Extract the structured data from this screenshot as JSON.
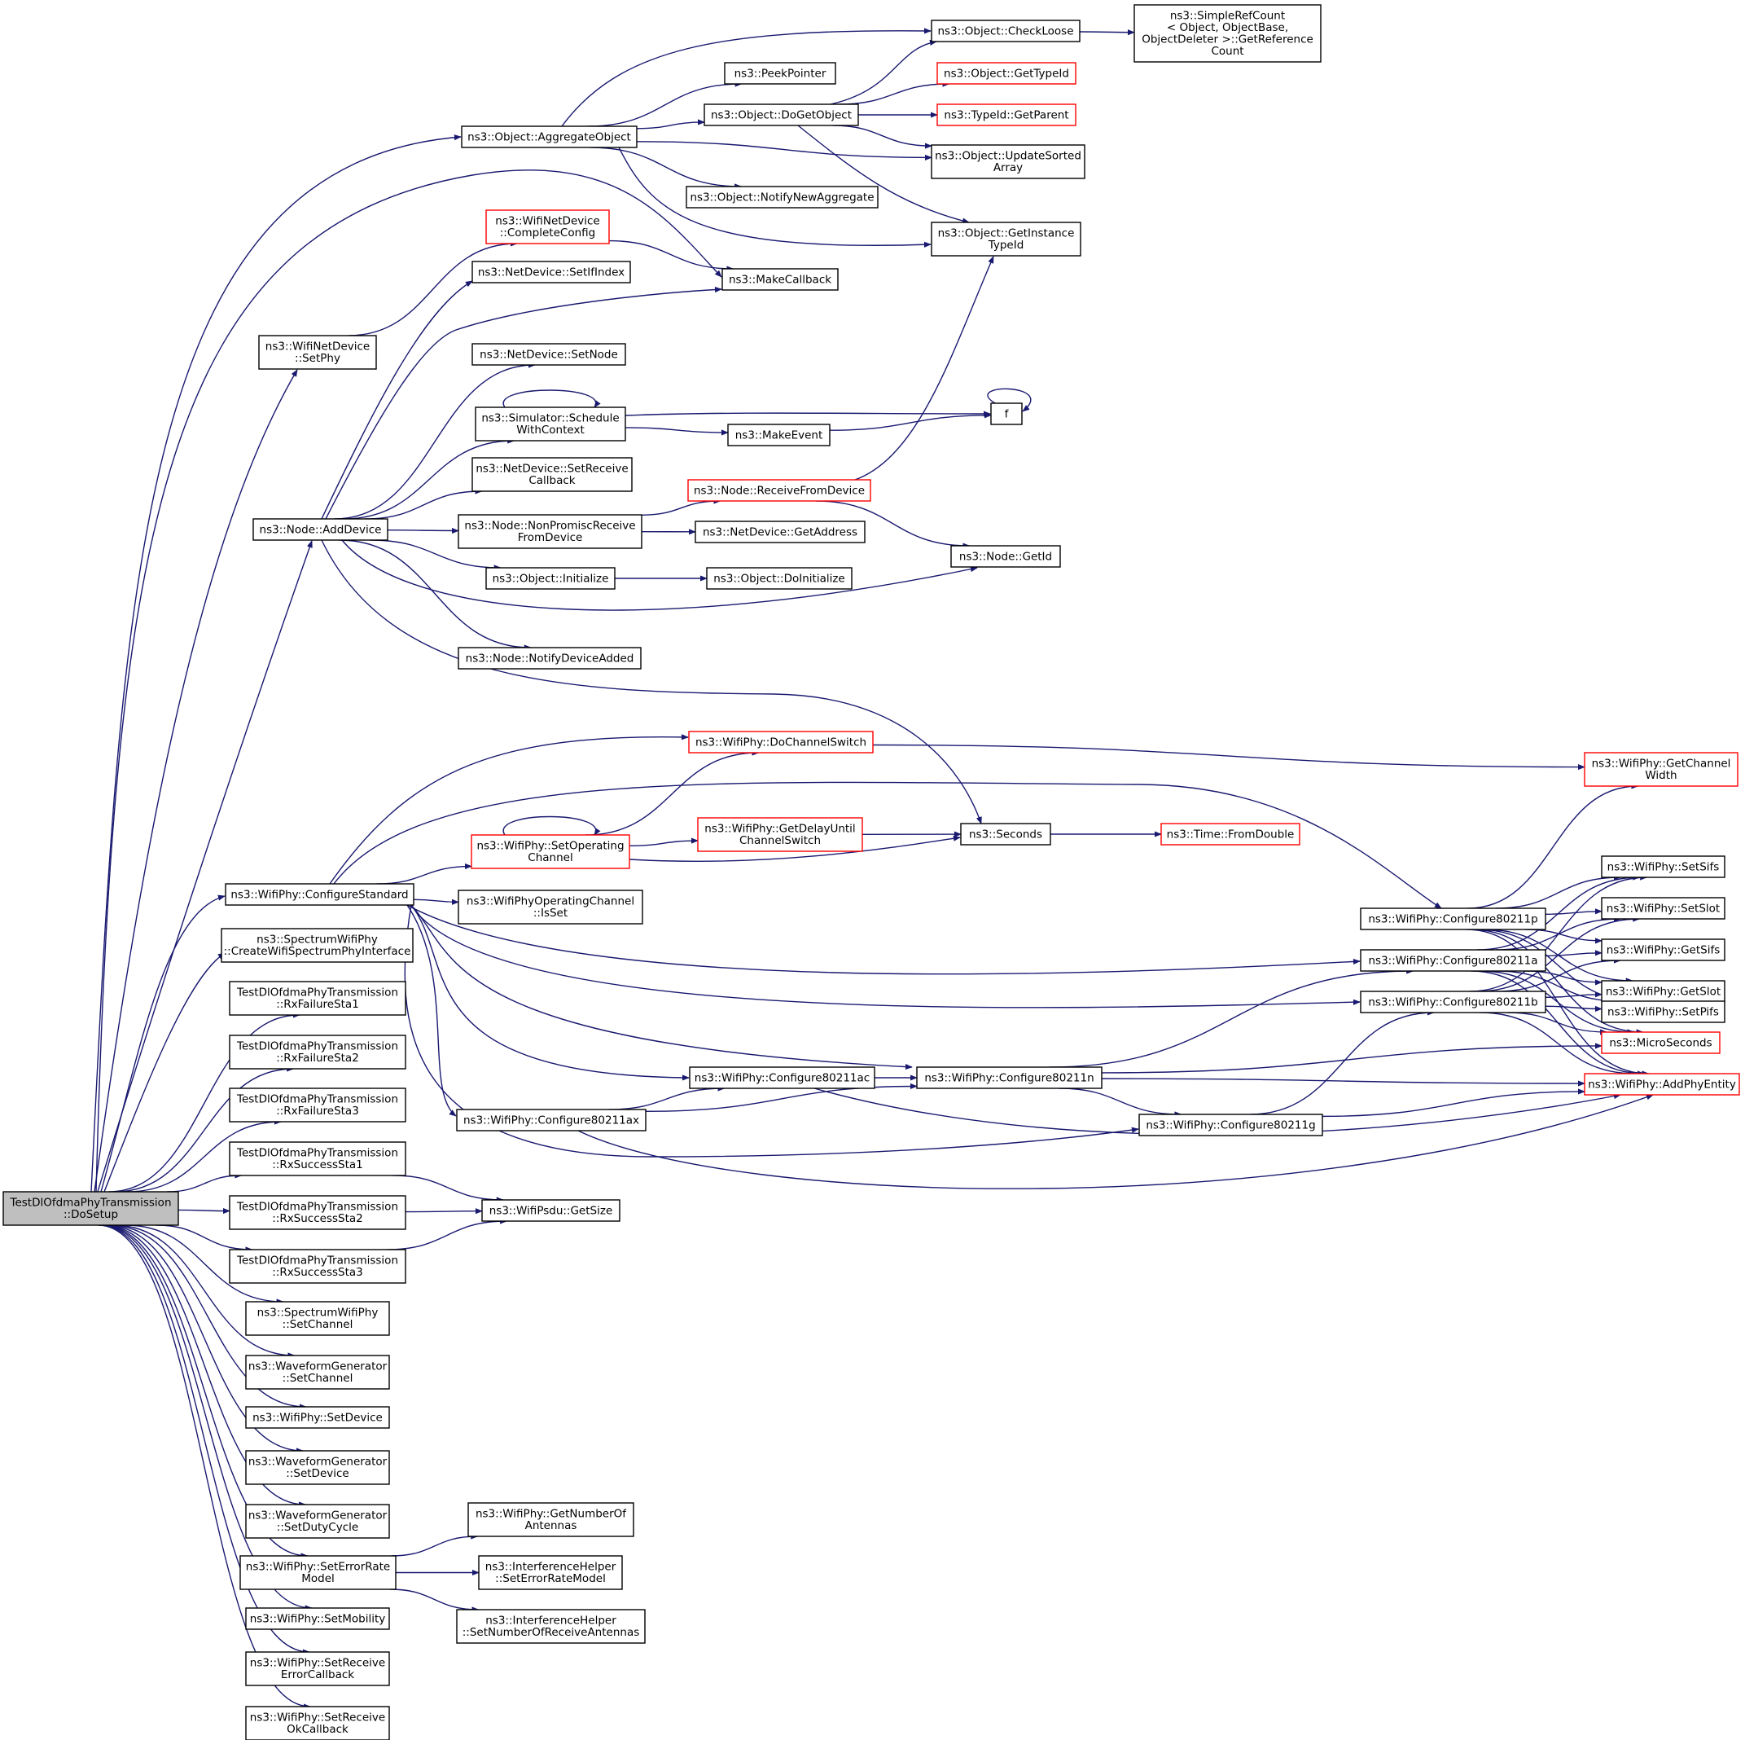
{
  "colors": {
    "edge": "#191970",
    "node_border": "#000000",
    "undocumented_border": "#ff0000",
    "root_fill": "#bfbfbf"
  },
  "nodes": [
    {
      "id": "root",
      "lines": [
        "TestDlOfdmaPhyTransmission",
        "::DoSetup"
      ],
      "style": "root"
    },
    {
      "id": "aggregate",
      "lines": [
        "ns3::Object::AggregateObject"
      ]
    },
    {
      "id": "checkloose",
      "lines": [
        "ns3::Object::CheckLoose"
      ]
    },
    {
      "id": "simplerefcount",
      "lines": [
        "ns3::SimpleRefCount",
        "< Object, ObjectBase,",
        "ObjectDeleter >::GetReference",
        "Count"
      ]
    },
    {
      "id": "peekpointer",
      "lines": [
        "ns3::PeekPointer"
      ]
    },
    {
      "id": "dogetobject",
      "lines": [
        "ns3::Object::DoGetObject"
      ]
    },
    {
      "id": "gettypeid",
      "lines": [
        "ns3::Object::GetTypeId"
      ],
      "style": "red"
    },
    {
      "id": "getparent",
      "lines": [
        "ns3::TypeId::GetParent"
      ],
      "style": "red"
    },
    {
      "id": "updatesorted",
      "lines": [
        "ns3::Object::UpdateSorted",
        "Array"
      ]
    },
    {
      "id": "notifynewagg",
      "lines": [
        "ns3::Object::NotifyNewAggregate"
      ]
    },
    {
      "id": "getinstance",
      "lines": [
        "ns3::Object::GetInstance",
        "TypeId"
      ]
    },
    {
      "id": "completeconfig",
      "lines": [
        "ns3::WifiNetDevice",
        "::CompleteConfig"
      ],
      "style": "red"
    },
    {
      "id": "makecallback",
      "lines": [
        "ns3::MakeCallback"
      ]
    },
    {
      "id": "setifindex",
      "lines": [
        "ns3::NetDevice::SetIfIndex"
      ]
    },
    {
      "id": "setphy",
      "lines": [
        "ns3::WifiNetDevice",
        "::SetPhy"
      ]
    },
    {
      "id": "setnode",
      "lines": [
        "ns3::NetDevice::SetNode"
      ]
    },
    {
      "id": "schedule",
      "lines": [
        "ns3::Simulator::Schedule",
        "WithContext"
      ]
    },
    {
      "id": "f",
      "lines": [
        "f"
      ]
    },
    {
      "id": "makeevent",
      "lines": [
        "ns3::MakeEvent"
      ]
    },
    {
      "id": "setreceivecb",
      "lines": [
        "ns3::NetDevice::SetReceive",
        "Callback"
      ]
    },
    {
      "id": "receivefromdevice",
      "lines": [
        "ns3::Node::ReceiveFromDevice"
      ],
      "style": "red"
    },
    {
      "id": "adddevice",
      "lines": [
        "ns3::Node::AddDevice"
      ]
    },
    {
      "id": "nonpromisc",
      "lines": [
        "ns3::Node::NonPromiscReceive",
        "FromDevice"
      ]
    },
    {
      "id": "getaddress",
      "lines": [
        "ns3::NetDevice::GetAddress"
      ]
    },
    {
      "id": "getid",
      "lines": [
        "ns3::Node::GetId"
      ]
    },
    {
      "id": "initialize",
      "lines": [
        "ns3::Object::Initialize"
      ]
    },
    {
      "id": "doinitialize",
      "lines": [
        "ns3::Object::DoInitialize"
      ]
    },
    {
      "id": "notifydeviceadded",
      "lines": [
        "ns3::Node::NotifyDeviceAdded"
      ]
    },
    {
      "id": "dochannelswitch",
      "lines": [
        "ns3::WifiPhy::DoChannelSwitch"
      ],
      "style": "red"
    },
    {
      "id": "getchannelwidth",
      "lines": [
        "ns3::WifiPhy::GetChannel",
        "Width"
      ],
      "style": "red"
    },
    {
      "id": "setoperating",
      "lines": [
        "ns3::WifiPhy::SetOperating",
        "Channel"
      ],
      "style": "red"
    },
    {
      "id": "getdelay",
      "lines": [
        "ns3::WifiPhy::GetDelayUntil",
        "ChannelSwitch"
      ],
      "style": "red"
    },
    {
      "id": "seconds",
      "lines": [
        "ns3::Seconds"
      ]
    },
    {
      "id": "fromdouble",
      "lines": [
        "ns3::Time::FromDouble"
      ],
      "style": "red"
    },
    {
      "id": "setsifs",
      "lines": [
        "ns3::WifiPhy::SetSifs"
      ]
    },
    {
      "id": "configurestandard",
      "lines": [
        "ns3::WifiPhy::ConfigureStandard"
      ]
    },
    {
      "id": "isset",
      "lines": [
        "ns3::WifiPhyOperatingChannel",
        "::IsSet"
      ]
    },
    {
      "id": "setslot",
      "lines": [
        "ns3::WifiPhy::SetSlot"
      ]
    },
    {
      "id": "cfgp",
      "lines": [
        "ns3::WifiPhy::Configure80211p"
      ]
    },
    {
      "id": "getsifs",
      "lines": [
        "ns3::WifiPhy::GetSifs"
      ]
    },
    {
      "id": "createwifi",
      "lines": [
        "ns3::SpectrumWifiPhy",
        "::CreateWifiSpectrumPhyInterface"
      ]
    },
    {
      "id": "cfga",
      "lines": [
        "ns3::WifiPhy::Configure80211a"
      ]
    },
    {
      "id": "getslot",
      "lines": [
        "ns3::WifiPhy::GetSlot"
      ]
    },
    {
      "id": "rxfail1",
      "lines": [
        "TestDlOfdmaPhyTransmission",
        "::RxFailureSta1"
      ]
    },
    {
      "id": "cfgb",
      "lines": [
        "ns3::WifiPhy::Configure80211b"
      ]
    },
    {
      "id": "setpifs",
      "lines": [
        "ns3::WifiPhy::SetPifs"
      ]
    },
    {
      "id": "microseconds",
      "lines": [
        "ns3::MicroSeconds"
      ],
      "style": "red"
    },
    {
      "id": "rxfail2",
      "lines": [
        "TestDlOfdmaPhyTransmission",
        "::RxFailureSta2"
      ]
    },
    {
      "id": "cfgac",
      "lines": [
        "ns3::WifiPhy::Configure80211ac"
      ]
    },
    {
      "id": "cfgn",
      "lines": [
        "ns3::WifiPhy::Configure80211n"
      ]
    },
    {
      "id": "addphyentity",
      "lines": [
        "ns3::WifiPhy::AddPhyEntity"
      ],
      "style": "red"
    },
    {
      "id": "rxfail3",
      "lines": [
        "TestDlOfdmaPhyTransmission",
        "::RxFailureSta3"
      ]
    },
    {
      "id": "cfgax",
      "lines": [
        "ns3::WifiPhy::Configure80211ax"
      ]
    },
    {
      "id": "cfgg",
      "lines": [
        "ns3::WifiPhy::Configure80211g"
      ]
    },
    {
      "id": "rxsucc1",
      "lines": [
        "TestDlOfdmaPhyTransmission",
        "::RxSuccessSta1"
      ]
    },
    {
      "id": "rxsucc2",
      "lines": [
        "TestDlOfdmaPhyTransmission",
        "::RxSuccessSta2"
      ]
    },
    {
      "id": "getsize",
      "lines": [
        "ns3::WifiPsdu::GetSize"
      ]
    },
    {
      "id": "rxsucc3",
      "lines": [
        "TestDlOfdmaPhyTransmission",
        "::RxSuccessSta3"
      ]
    },
    {
      "id": "spsetchannel",
      "lines": [
        "ns3::SpectrumWifiPhy",
        "::SetChannel"
      ]
    },
    {
      "id": "wgsetchannel",
      "lines": [
        "ns3::WaveformGenerator",
        "::SetChannel"
      ]
    },
    {
      "id": "setdevice",
      "lines": [
        "ns3::WifiPhy::SetDevice"
      ]
    },
    {
      "id": "wgsetdevice",
      "lines": [
        "ns3::WaveformGenerator",
        "::SetDevice"
      ]
    },
    {
      "id": "setdutycycle",
      "lines": [
        "ns3::WaveformGenerator",
        "::SetDutyCycle"
      ]
    },
    {
      "id": "getnumantennas",
      "lines": [
        "ns3::WifiPhy::GetNumberOf",
        "Antennas"
      ]
    },
    {
      "id": "seterrorrate",
      "lines": [
        "ns3::WifiPhy::SetErrorRate",
        "Model"
      ]
    },
    {
      "id": "ihseterror",
      "lines": [
        "ns3::InterferenceHelper",
        "::SetErrorRateModel"
      ]
    },
    {
      "id": "ihsetnum",
      "lines": [
        "ns3::InterferenceHelper",
        "::SetNumberOfReceiveAntennas"
      ]
    },
    {
      "id": "setmobility",
      "lines": [
        "ns3::WifiPhy::SetMobility"
      ]
    },
    {
      "id": "setrecverror",
      "lines": [
        "ns3::WifiPhy::SetReceive",
        "ErrorCallback"
      ]
    },
    {
      "id": "setrecvok",
      "lines": [
        "ns3::WifiPhy::SetReceive",
        "OkCallback"
      ]
    }
  ]
}
